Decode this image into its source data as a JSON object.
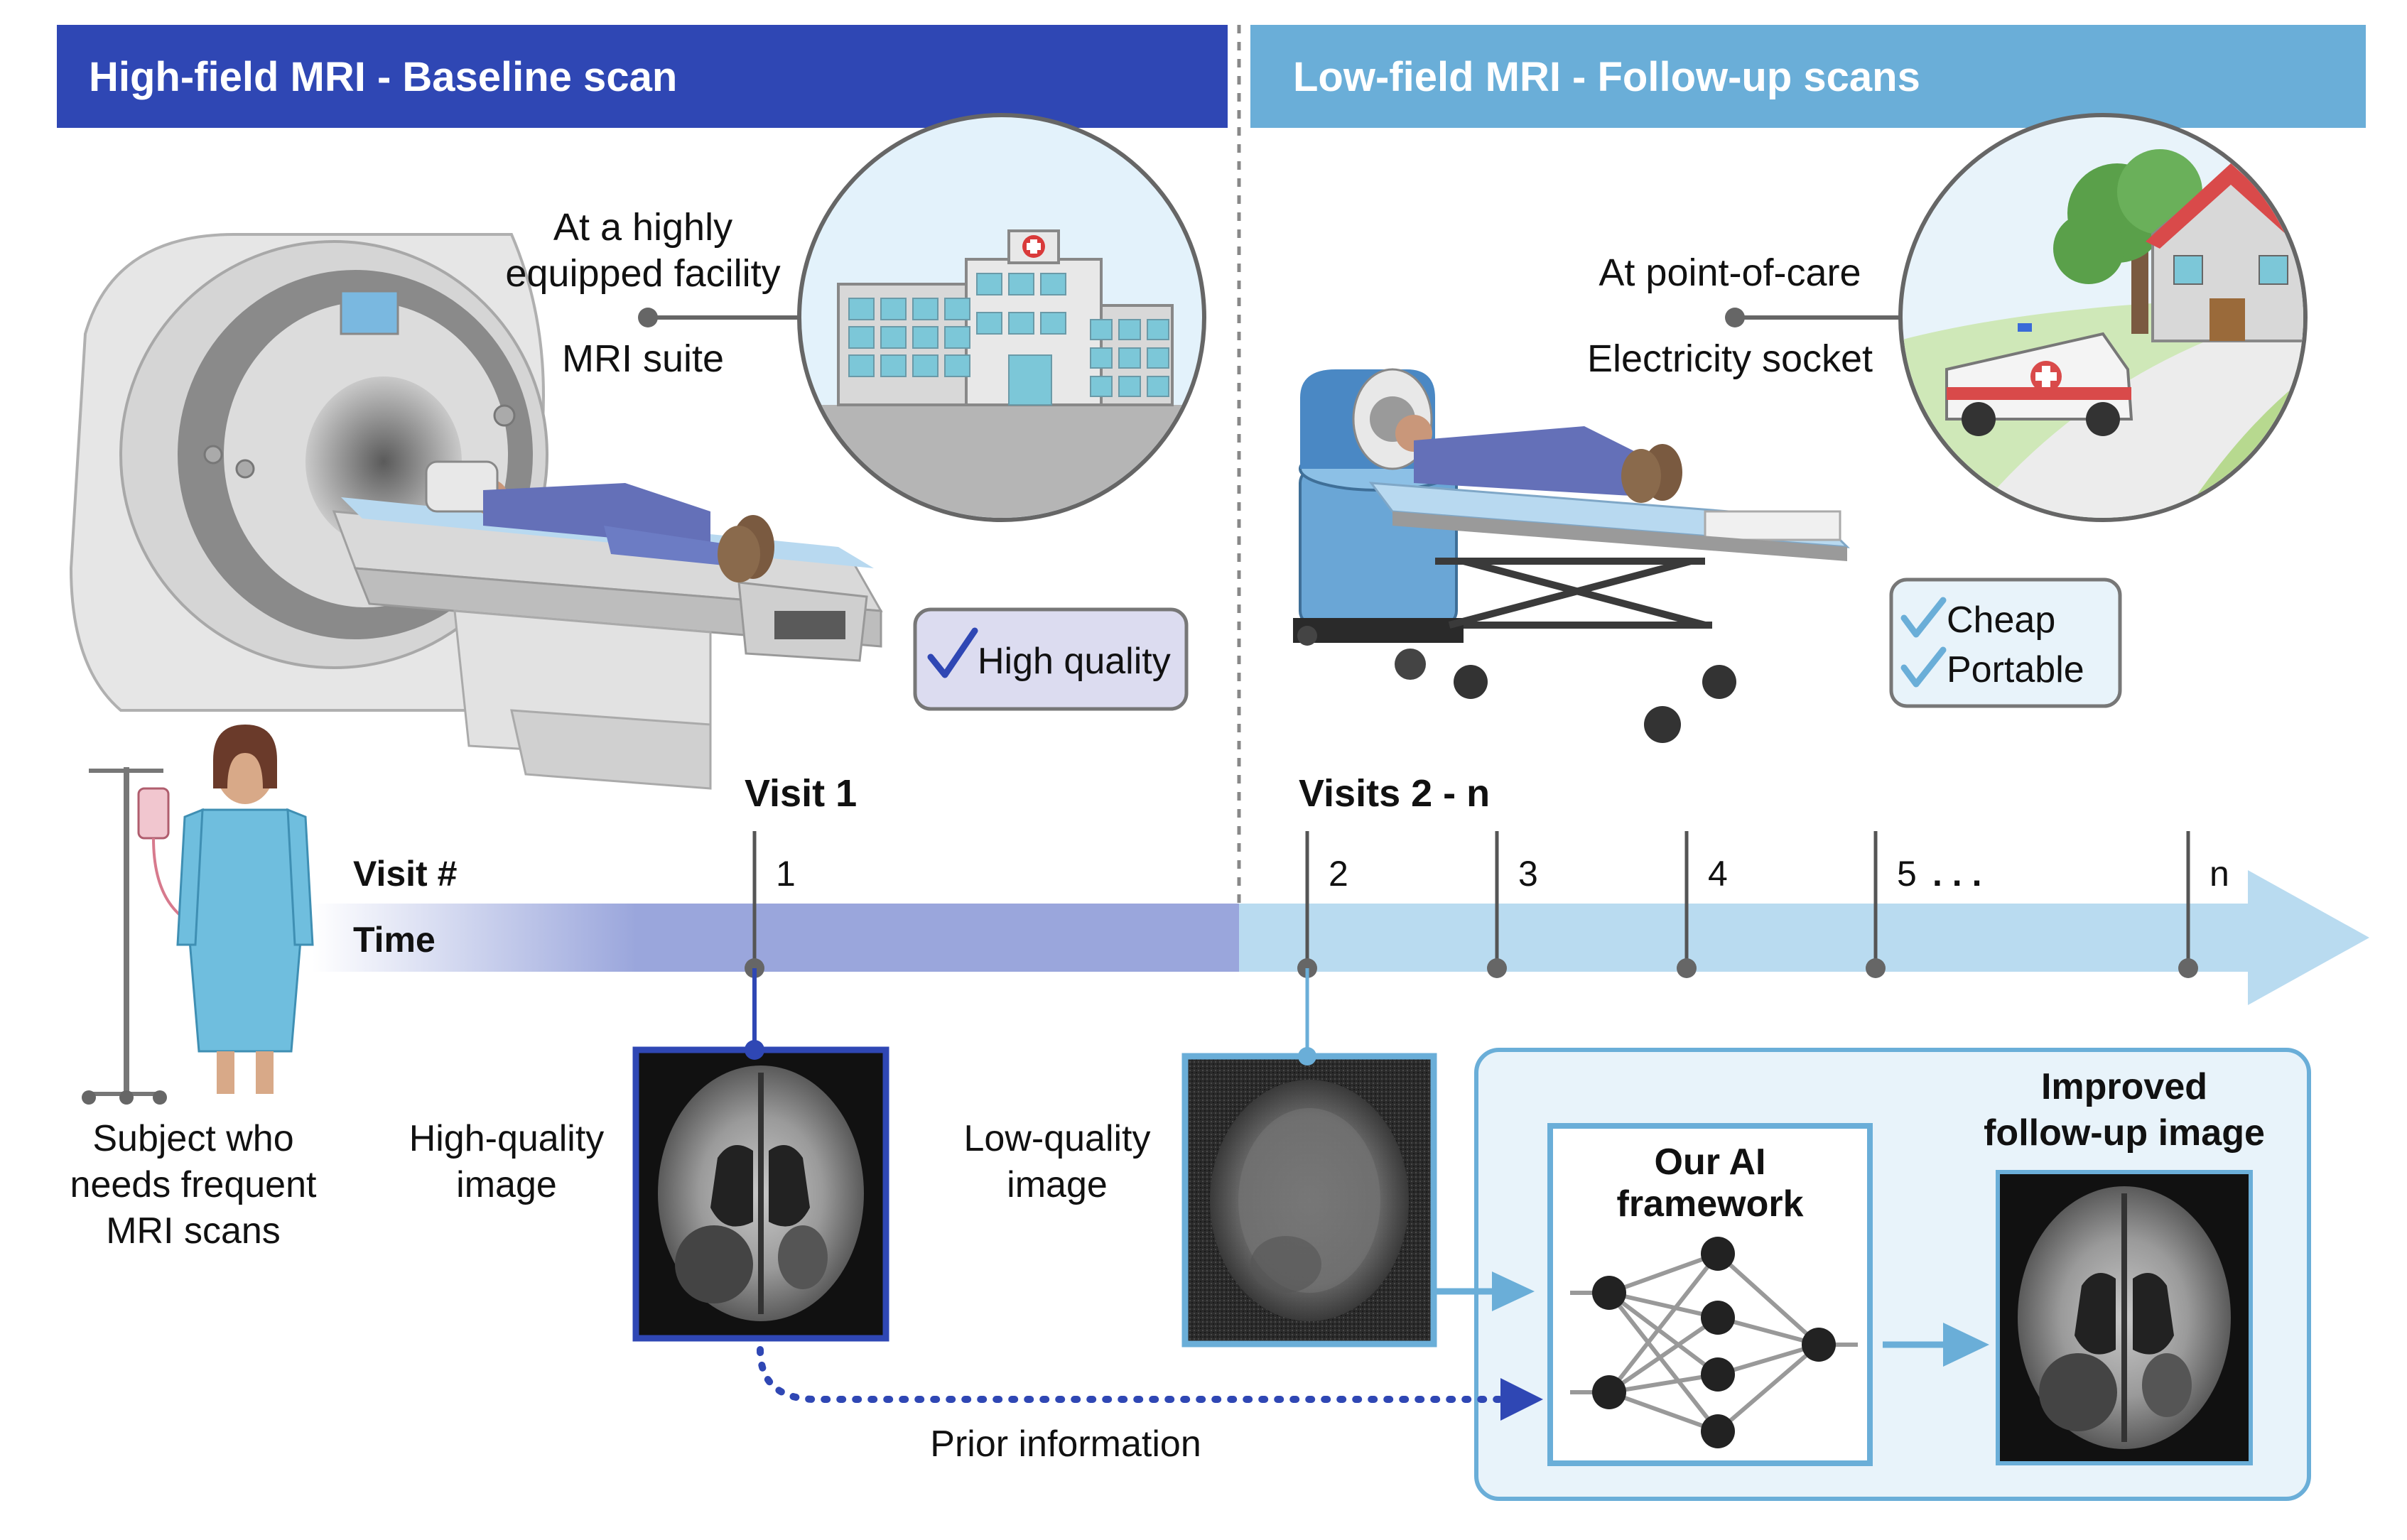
{
  "headers": {
    "left": "High-field MRI - Baseline scan",
    "right": "Low-field MRI - Follow-up scans"
  },
  "left_callout": {
    "line1": "At a highly",
    "line2": "equipped facility",
    "line3": "MRI suite"
  },
  "right_callout": {
    "line1": "At point-of-care",
    "line2": "Electricity socket"
  },
  "badges": {
    "high_quality": "High quality",
    "cheap": "Cheap",
    "portable": "Portable"
  },
  "timeline": {
    "visit1": "Visit 1",
    "visits2n": "Visits 2 - n",
    "visit_num_label": "Visit #",
    "time_label": "Time",
    "ticks": [
      "1",
      "2",
      "3",
      "4",
      "5",
      "n"
    ],
    "ellipsis": ". . ."
  },
  "subject": {
    "line1": "Subject who",
    "line2": "needs frequent",
    "line3": "MRI scans"
  },
  "hq_image": {
    "line1": "High-quality",
    "line2": "image"
  },
  "lq_image": {
    "line1": "Low-quality",
    "line2": "image"
  },
  "ai": {
    "line1": "Our AI",
    "line2": "framework"
  },
  "improved": {
    "line1": "Improved",
    "line2": "follow-up image"
  },
  "prior": "Prior information",
  "colors": {
    "dark_blue": "#2f47b4",
    "light_blue": "#6aaed8",
    "timeline_dark": "#9aa6dc",
    "timeline_light": "#b9dbf0",
    "panel_bg": "#e8f3fa",
    "badge_purple_bg": "#dcdcf0"
  }
}
